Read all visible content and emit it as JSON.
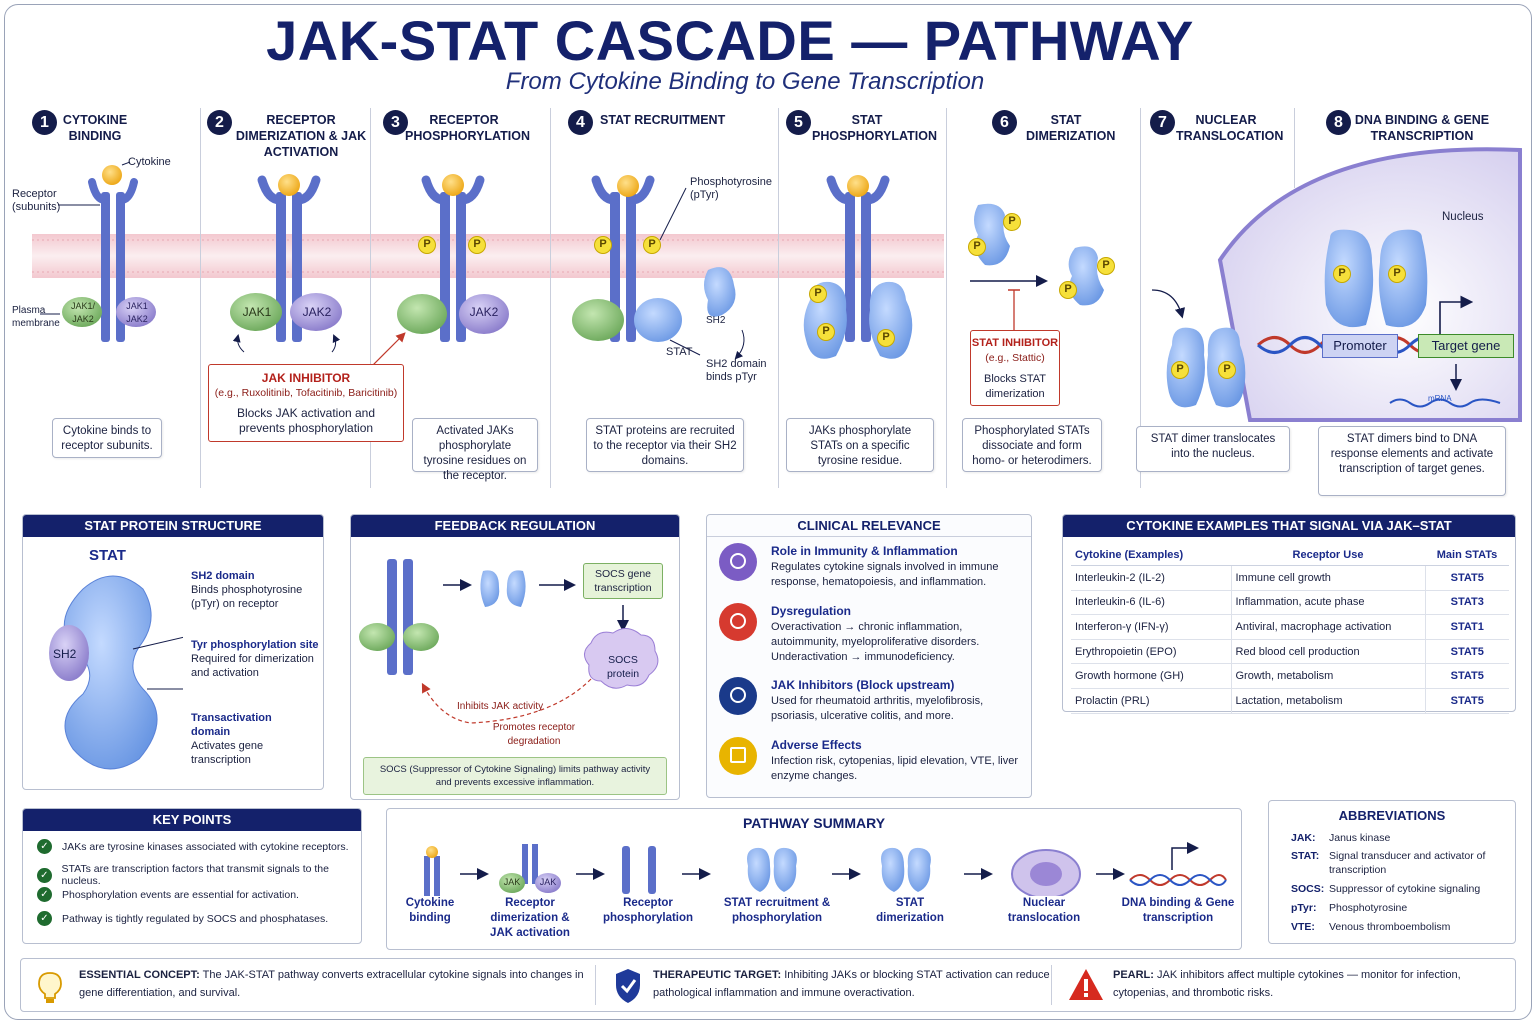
{
  "header": {
    "title": "JAK-STAT CASCADE — PATHWAY",
    "subtitle": "From Cytokine Binding to Gene Transcription"
  },
  "steps": [
    {
      "num": "1",
      "title": "CYTOKINE BINDING",
      "desc": "Cytokine binds to receptor subunits."
    },
    {
      "num": "2",
      "title": "RECEPTOR DIMERIZATION & JAK ACTIVATION",
      "desc": ""
    },
    {
      "num": "3",
      "title": "RECEPTOR PHOSPHORYLATION",
      "desc": "Activated JAKs phosphorylate tyrosine residues on the receptor."
    },
    {
      "num": "4",
      "title": "STAT RECRUITMENT",
      "desc": "STAT proteins are recruited to the receptor via their SH2 domains."
    },
    {
      "num": "5",
      "title": "STAT PHOSPHORYLATION",
      "desc": "JAKs phosphorylate STATs on a specific tyrosine residue."
    },
    {
      "num": "6",
      "title": "STAT DIMERIZATION",
      "desc": "Phosphorylated STATs dissociate and form homo- or heterodimers."
    },
    {
      "num": "7",
      "title": "NUCLEAR TRANSLOCATION",
      "desc": "STAT dimer translocates into the nucleus."
    },
    {
      "num": "8",
      "title": "DNA BINDING & GENE TRANSCRIPTION",
      "desc": "STAT dimers bind to DNA response elements and activate transcription of target genes."
    }
  ],
  "labels": {
    "cytokine": "Cytokine",
    "receptor": "Receptor (subunits)",
    "plasma": "Plasma membrane",
    "jak1": "JAK1",
    "jak2": "JAK2",
    "jak1_2": "JAK1/ JAK2",
    "jak1_2b": "JAK1 JAK2",
    "p": "P",
    "ptyr": "Phosphotyrosine (pTyr)",
    "sh2": "SH2",
    "stat": "STAT",
    "sh2_binds": "SH2 domain binds pTyr",
    "nucleus": "Nucleus",
    "promoter": "Promoter",
    "target_gene": "Target gene",
    "mrna": "mRNA"
  },
  "jak_inhibitor": {
    "title": "JAK INHIBITOR",
    "examples": "(e.g., Ruxolitinib, Tofacitinib, Baricitinib)",
    "desc": "Blocks JAK activation and prevents phosphorylation"
  },
  "stat_inhibitor": {
    "title": "STAT INHIBITOR",
    "examples": "(e.g., Stattic)",
    "desc": "Blocks STAT dimerization"
  },
  "stat_structure": {
    "title": "STAT PROTEIN STRUCTURE",
    "protein": "STAT",
    "sh2": "SH2",
    "items": [
      {
        "head": "SH2 domain",
        "body": "Binds phosphotyrosine (pTyr) on receptor"
      },
      {
        "head": "Tyr phosphorylation site",
        "body": "Required for dimerization and activation"
      },
      {
        "head": "Transactivation domain",
        "body": "Activates gene transcription"
      }
    ]
  },
  "feedback": {
    "title": "FEEDBACK REGULATION",
    "socs_gene": "SOCS gene transcription",
    "socs_protein": "SOCS protein",
    "inhibits": "Inhibits JAK activity",
    "promotes": "Promotes receptor degradation",
    "note": "SOCS (Suppressor of Cytokine Signaling) limits pathway activity and prevents excessive inflammation."
  },
  "clinical": {
    "title": "CLINICAL RELEVANCE",
    "items": [
      {
        "head": "Role in Immunity & Inflammation",
        "body": "Regulates cytokine signals involved in immune response, hematopoiesis, and inflammation.",
        "icon": "shield-icon",
        "color": "#7b5cc4"
      },
      {
        "head": "Dysregulation",
        "body": "Overactivation → chronic inflammation, autoimmunity, myeloproliferative disorders. Underactivation → immunodeficiency.",
        "icon": "molecule-icon",
        "color": "#d63a2f"
      },
      {
        "head": "JAK Inhibitors (Block upstream)",
        "body": "Used for rheumatoid arthritis, myelofibrosis, psoriasis, ulcerative colitis, and more.",
        "icon": "pill-bottle-icon",
        "color": "#1a3a8a"
      },
      {
        "head": "Adverse Effects",
        "body": "Infection risk, cytopenias, lipid elevation, VTE, liver enzyme changes.",
        "icon": "warning-icon",
        "color": "#e8b400"
      }
    ]
  },
  "cytokines": {
    "title": "CYTOKINE EXAMPLES THAT SIGNAL VIA JAK–STAT",
    "headers": [
      "Cytokine (Examples)",
      "Receptor Use",
      "Main STATs"
    ],
    "rows": [
      [
        "Interleukin-2 (IL-2)",
        "Immune cell growth",
        "STAT5"
      ],
      [
        "Interleukin-6 (IL-6)",
        "Inflammation, acute phase",
        "STAT3"
      ],
      [
        "Interferon-γ (IFN-γ)",
        "Antiviral, macrophage activation",
        "STAT1"
      ],
      [
        "Erythropoietin (EPO)",
        "Red blood cell production",
        "STAT5"
      ],
      [
        "Growth hormone (GH)",
        "Growth, metabolism",
        "STAT5"
      ],
      [
        "Prolactin (PRL)",
        "Lactation, metabolism",
        "STAT5"
      ]
    ]
  },
  "key_points": {
    "title": "KEY POINTS",
    "items": [
      "JAKs are tyrosine kinases associated with cytokine receptors.",
      "STATs are transcription factors that transmit signals to the nucleus.",
      "Phosphorylation events are essential for activation.",
      "Pathway is tightly regulated by SOCS and phosphatases."
    ]
  },
  "summary": {
    "title": "PATHWAY SUMMARY",
    "jak": "JAK",
    "steps": [
      "Cytokine binding",
      "Receptor dimerization & JAK activation",
      "Receptor phosphorylation",
      "STAT recruitment & phosphorylation",
      "STAT dimerization",
      "Nuclear translocation",
      "DNA binding & Gene transcription"
    ]
  },
  "abbreviations": {
    "title": "ABBREVIATIONS",
    "items": [
      {
        "abbr": "JAK:",
        "def": "Janus kinase"
      },
      {
        "abbr": "STAT:",
        "def": "Signal transducer and activator of transcription"
      },
      {
        "abbr": "SOCS:",
        "def": "Suppressor of cytokine signaling"
      },
      {
        "abbr": "pTyr:",
        "def": "Phosphotyrosine"
      },
      {
        "abbr": "VTE:",
        "def": "Venous thromboembolism"
      }
    ]
  },
  "bottom": {
    "essential_head": "ESSENTIAL CONCEPT:",
    "essential_body": "The JAK-STAT pathway converts extracellular cytokine signals into changes in gene differentiation, and survival.",
    "therapeutic_head": "THERAPEUTIC TARGET:",
    "therapeutic_body": "Inhibiting JAKs or blocking STAT activation can reduce pathological inflammation and immune overactivation.",
    "pearl_head": "PEARL:",
    "pearl_body": "JAK inhibitors affect multiple cytokines — monitor for infection, cytopenias, and thrombotic risks."
  },
  "colors": {
    "navy": "#14216b",
    "receptor": "#5b6fc9",
    "stat": "#86aef0",
    "jak1": "#7cbf6a",
    "jak2": "#9b8fd6",
    "cytokine": "#f5b51d",
    "phospho": "#f6e03a",
    "inhibitor": "#c0392b"
  }
}
